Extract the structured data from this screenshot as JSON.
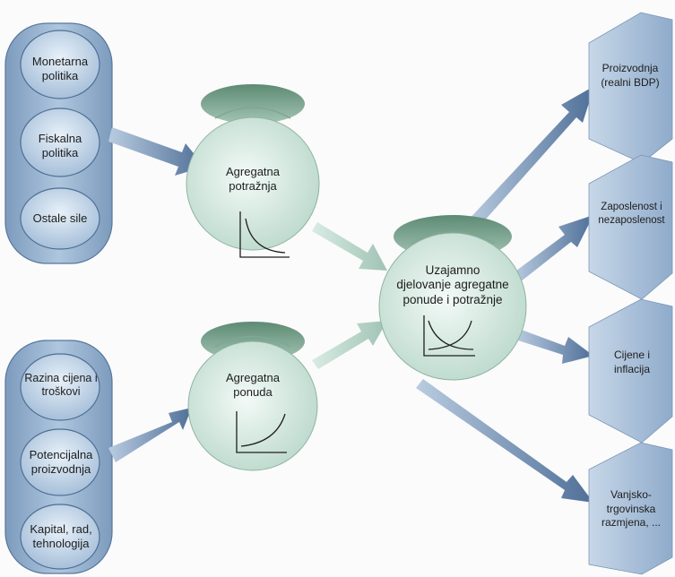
{
  "inputs_top": [
    "Monetarna\npolitika",
    "Fiskalna\npolitika",
    "Ostale sile"
  ],
  "inputs_bottom": [
    "Razina cijena i\ntroškovi",
    "Potencijalna\nproizvodnja",
    "Kapital, rad,\ntehnologija"
  ],
  "demand": {
    "label": "Agregatna\npotražnja"
  },
  "supply": {
    "label": "Agregatna\nponuda"
  },
  "interaction": {
    "label": "Uzajamno\ndjelovanje agregatne\nponude i potražnje"
  },
  "outputs": [
    "Proizvodnja\n(realni BDP)",
    "Zaposlenost i\nnezaposlenost",
    "Cijene i\ninflacija",
    "Vanjsko-\ntrgovinska\nrazmjena, ..."
  ],
  "colors": {
    "pill_fill": "#b9cfe2",
    "pill_edge": "#4d6f95",
    "circle_top": "#7ea690",
    "circle_fill": "#e1f0ea",
    "arrow": "#5f7fa8",
    "hex_fill": "#a9c0da"
  }
}
